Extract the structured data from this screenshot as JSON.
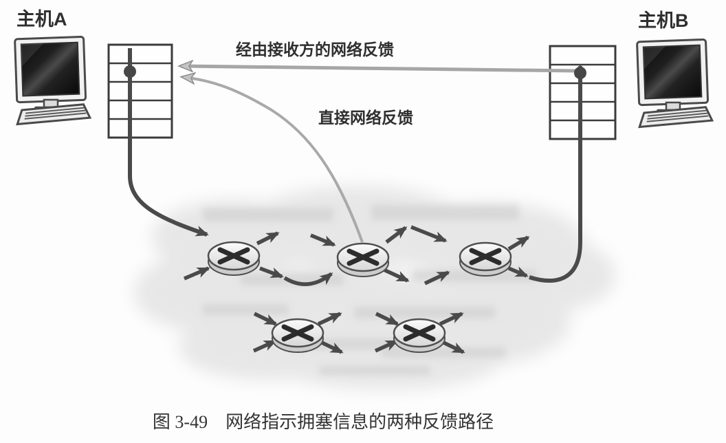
{
  "figure": {
    "caption": "图 3-49　网络指示拥塞信息的两种反馈路径"
  },
  "labels": {
    "host_a": "主机A",
    "host_b": "主机B",
    "feedback_via_receiver": "经由接收方的网络反馈",
    "feedback_direct": "直接网络反馈"
  },
  "diagram": {
    "hosts": [
      {
        "id": "A",
        "label": "主机A",
        "protocol_stack_layers": 5
      },
      {
        "id": "B",
        "label": "主机B",
        "protocol_stack_layers": 5
      }
    ],
    "router_count": 5,
    "feedback_paths": [
      {
        "label": "经由接收方的网络反馈",
        "from": "host_b",
        "to": "host_a",
        "style": "straight-gray-arrow"
      },
      {
        "label": "直接网络反馈",
        "from": "router",
        "to": "host_a",
        "style": "curved-gray-arrow"
      }
    ],
    "icons": [
      "computer-icon",
      "protocol-stack-icon",
      "router-icon",
      "network-cloud-shape"
    ]
  },
  "colors": {
    "data_path": "#4a4a4a",
    "feedback_line": "#a6a6a6",
    "stack_border": "#3b3b3b",
    "cloud_fill": "#e7e7e7",
    "label_text": "#2f2f2f",
    "background": "#fdfdfd"
  }
}
